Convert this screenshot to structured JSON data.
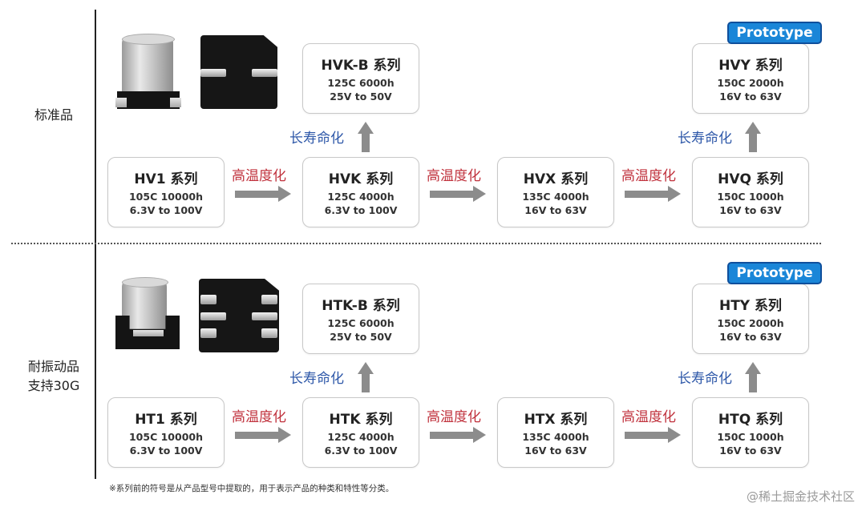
{
  "row_labels": {
    "standard": "标准品",
    "vibration_line1": "耐振动品",
    "vibration_line2": "支持30G"
  },
  "badges": {
    "prototype": "Prototype"
  },
  "labels": {
    "high_temp": "高温度化",
    "long_life": "长寿命化"
  },
  "standard_row": {
    "hv1": {
      "name": "HV1 系列",
      "spec1": "105C 10000h",
      "spec2": "6.3V to 100V"
    },
    "hvk": {
      "name": "HVK 系列",
      "spec1": "125C 4000h",
      "spec2": "6.3V to 100V"
    },
    "hvx": {
      "name": "HVX 系列",
      "spec1": "135C 4000h",
      "spec2": "16V to 63V"
    },
    "hvq": {
      "name": "HVQ 系列",
      "spec1": "150C 1000h",
      "spec2": "16V to 63V"
    },
    "hvkb": {
      "name": "HVK-B 系列",
      "spec1": "125C 6000h",
      "spec2": "25V to 50V"
    },
    "hvy": {
      "name": "HVY 系列",
      "spec1": "150C 2000h",
      "spec2": "16V to 63V"
    }
  },
  "vibration_row": {
    "ht1": {
      "name": "HT1 系列",
      "spec1": "105C 10000h",
      "spec2": "6.3V to 100V"
    },
    "htk": {
      "name": "HTK 系列",
      "spec1": "125C 4000h",
      "spec2": "6.3V to 100V"
    },
    "htx": {
      "name": "HTX 系列",
      "spec1": "135C 4000h",
      "spec2": "16V to 63V"
    },
    "htq": {
      "name": "HTQ 系列",
      "spec1": "150C 1000h",
      "spec2": "16V to 63V"
    },
    "htkb": {
      "name": "HTK-B 系列",
      "spec1": "125C 6000h",
      "spec2": "25V to 50V"
    },
    "hty": {
      "name": "HTY 系列",
      "spec1": "150C 2000h",
      "spec2": "16V to 63V"
    }
  },
  "footnote": "※系列前的符号是从产品型号中提取的，用于表示产品的种类和特性等分类。",
  "watermark": "@稀土掘金技术社区",
  "colors": {
    "high_temp": "#c0313c",
    "long_life": "#2d57a8",
    "prototype_bg": "#1a86d8",
    "arrow": "#8c8c8c"
  }
}
